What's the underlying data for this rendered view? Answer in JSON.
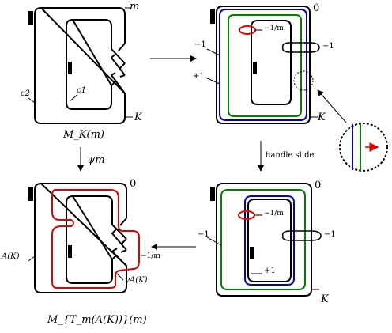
{
  "colors": {
    "ink": "#000000",
    "red": "#e00000",
    "blue": "#0000cc",
    "green": "#008000"
  },
  "panels": {
    "top_left": {
      "label_m": "m",
      "label_K": "K",
      "label_c1": "c1",
      "label_c2": "c2",
      "caption": "M_K(m)"
    },
    "top_right": {
      "label_0": "0",
      "label_minus1_left": "−1",
      "label_plus1": "+1",
      "label_minus1_right": "−1",
      "label_frac": "−1/m",
      "label_K": "K"
    },
    "bottom_left": {
      "label_0": "0",
      "label_AK": "A(K)",
      "label_frac": "−1/m",
      "label_gamma": "γA(K)",
      "caption": "M_{T_m(A(K))}(m)"
    },
    "bottom_right": {
      "label_0": "0",
      "label_minus1_left": "−1",
      "label_plus1": "+1",
      "label_minus1_right": "−1",
      "label_frac": "−1/m",
      "label_K": "K"
    }
  },
  "arrows": {
    "psi": "ψm",
    "handle_slide": "handle slide"
  }
}
